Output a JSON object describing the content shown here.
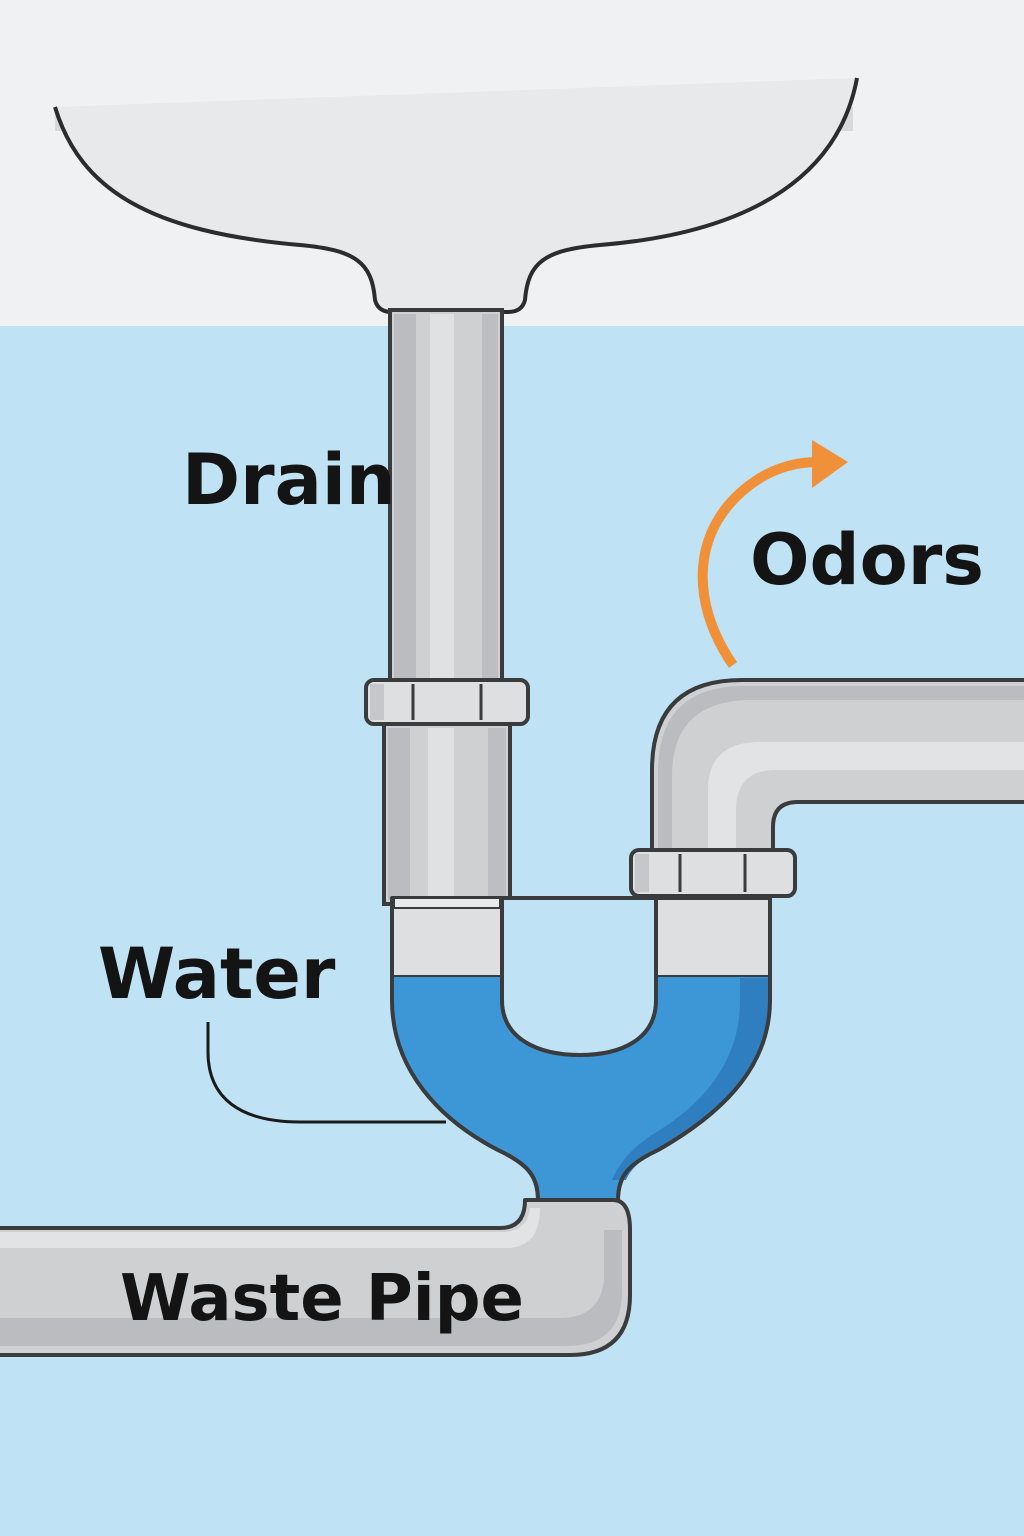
{
  "labels": {
    "drain": "Drain",
    "odors": "Odors",
    "water": "Water",
    "waste_pipe": "Waste Pipe"
  },
  "colors": {
    "wall": "#f0f1f2",
    "background": "#bfe2f4",
    "pipe_fill": "#cfd0d2",
    "pipe_shade": "#bbbcbf",
    "pipe_highlight": "#e0e1e3",
    "outline": "#3a3b3d",
    "water_light": "#3d97d6",
    "water_dark": "#2f7fc0",
    "odor_arrow": "#f0913a"
  }
}
